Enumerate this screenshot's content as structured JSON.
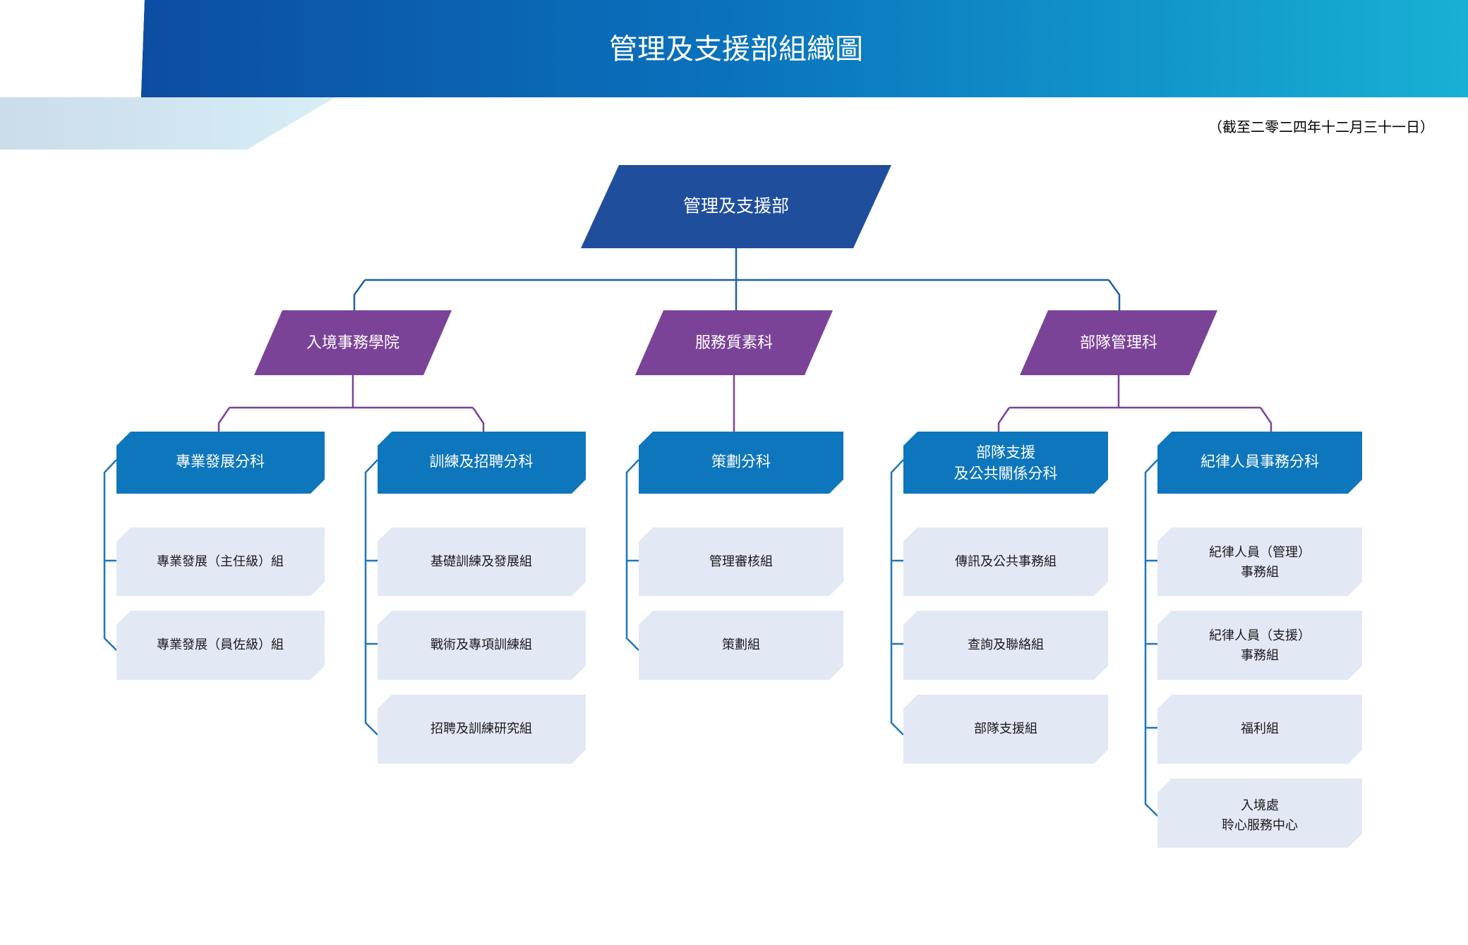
{
  "header": {
    "title": "管理及支援部組織圖",
    "as_of_note": "（截至二零二四年十二月三十一日）",
    "banner_gradient_start": "#0c4da2",
    "banner_gradient_end": "#18b0d4",
    "banner_accent_light": "#cfe0ec"
  },
  "palette": {
    "root_fill": "#1f4e9c",
    "level2_fill": "#7b4397",
    "level3_fill": "#0e76bc",
    "leaf_fill": "#e3e8f5",
    "connector_blue": "#1f5fa8",
    "connector_purple": "#7b4397",
    "leaf_text": "#1a1a1a",
    "node_text": "#ffffff"
  },
  "chart_data": {
    "type": "org-chart",
    "title": "管理及支援部組織圖",
    "root": {
      "id": "root",
      "label": "管理及支援部",
      "lines": [
        "管理及支援部"
      ],
      "level": 1
    },
    "divisions": [
      {
        "id": "div-academy",
        "label": "入境事務學院",
        "lines": [
          "入境事務學院"
        ],
        "level": 2,
        "sections": [
          {
            "id": "sec-professional-development",
            "label": "專業發展分科",
            "lines": [
              "專業發展分科"
            ],
            "level": 3,
            "units": [
              {
                "id": "unit-pd-officer",
                "label": "專業發展（主任級）組",
                "lines": [
                  "專業發展（主任級）組"
                ]
              },
              {
                "id": "unit-pd-rank-and-file",
                "label": "專業發展（員佐級）組",
                "lines": [
                  "專業發展（員佐級）組"
                ]
              }
            ]
          },
          {
            "id": "sec-training-recruitment",
            "label": "訓練及招聘分科",
            "lines": [
              "訓練及招聘分科"
            ],
            "level": 3,
            "units": [
              {
                "id": "unit-foundation-training",
                "label": "基礎訓練及發展組",
                "lines": [
                  "基礎訓練及發展組"
                ]
              },
              {
                "id": "unit-tactical-training",
                "label": "戰術及專項訓練組",
                "lines": [
                  "戰術及專項訓練組"
                ]
              },
              {
                "id": "unit-recruitment-research",
                "label": "招聘及訓練研究組",
                "lines": [
                  "招聘及訓練研究組"
                ]
              }
            ]
          }
        ]
      },
      {
        "id": "div-service-quality",
        "label": "服務質素科",
        "lines": [
          "服務質素科"
        ],
        "level": 2,
        "sections": [
          {
            "id": "sec-planning",
            "label": "策劃分科",
            "lines": [
              "策劃分科"
            ],
            "level": 3,
            "units": [
              {
                "id": "unit-management-audit",
                "label": "管理審核組",
                "lines": [
                  "管理審核組"
                ]
              },
              {
                "id": "unit-planning",
                "label": "策劃組",
                "lines": [
                  "策劃組"
                ]
              }
            ]
          }
        ]
      },
      {
        "id": "div-departmental-management",
        "label": "部隊管理科",
        "lines": [
          "部隊管理科"
        ],
        "level": 2,
        "sections": [
          {
            "id": "sec-support-public-relations",
            "label": "部隊支援及公共關係分科",
            "lines": [
              "部隊支援",
              "及公共關係分科"
            ],
            "level": 3,
            "units": [
              {
                "id": "unit-communication-public-affairs",
                "label": "傳訊及公共事務組",
                "lines": [
                  "傳訊及公共事務組"
                ]
              },
              {
                "id": "unit-enquiry-liaison",
                "label": "查詢及聯絡組",
                "lines": [
                  "查詢及聯絡組"
                ]
              },
              {
                "id": "unit-departmental-support",
                "label": "部隊支援組",
                "lines": [
                  "部隊支援組"
                ]
              }
            ]
          },
          {
            "id": "sec-disciplined-services-personnel",
            "label": "紀律人員事務分科",
            "lines": [
              "紀律人員事務分科"
            ],
            "level": 3,
            "units": [
              {
                "id": "unit-dsp-management",
                "label": "紀律人員（管理）事務組",
                "lines": [
                  "紀律人員（管理）",
                  "事務組"
                ]
              },
              {
                "id": "unit-dsp-support",
                "label": "紀律人員（支援）事務組",
                "lines": [
                  "紀律人員（支援）",
                  "事務組"
                ]
              },
              {
                "id": "unit-welfare",
                "label": "福利組",
                "lines": [
                  "福利組"
                ]
              },
              {
                "id": "unit-listening-centre",
                "label": "入境處聆心服務中心",
                "lines": [
                  "入境處",
                  "聆心服務中心"
                ]
              }
            ]
          }
        ]
      }
    ]
  }
}
